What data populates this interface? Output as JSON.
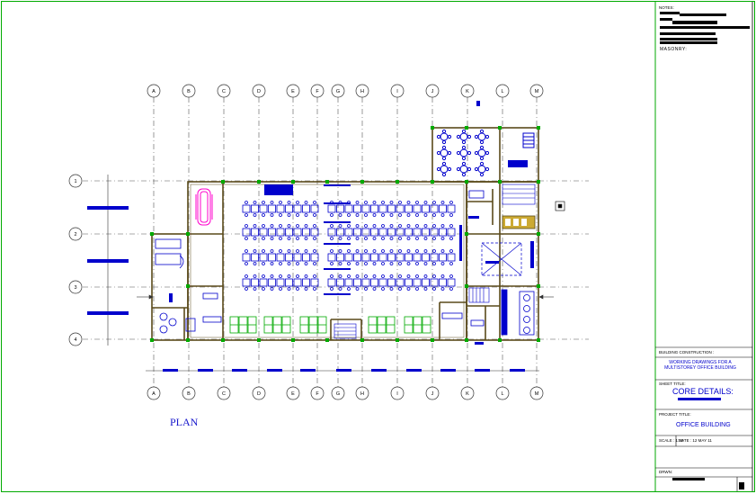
{
  "drawing": {
    "plan_label": "PLAN",
    "grid_columns": [
      "A",
      "B",
      "C",
      "D",
      "E",
      "F",
      "G",
      "H",
      "I",
      "J",
      "K",
      "L",
      "M"
    ],
    "grid_rows": [
      "1",
      "2",
      "3",
      "4"
    ]
  },
  "title_block": {
    "notes_label": "NOTES:",
    "masonry_label": "MASONRY:",
    "building_construction_label": "BUILDING CONSTRUCTION :",
    "building_construction_text": "WORKING DRAWINGS FOR A MULTISTOREY OFFICE BUILDING",
    "sheet_title_label": "SHEET TITLE:",
    "sheet_title": "CORE DETAILS:",
    "project_title_label": "PROJECT TITLE:",
    "project_title": "OFFICE BUILDING",
    "scale_label": "SCALE : 1:50",
    "date_label": "DATE : 12 MAY 11",
    "drawn_label": "DRWN:"
  },
  "colors": {
    "wall": "#5a4a1a",
    "furniture": "#0000cc",
    "grid": "#333333",
    "green": "#00aa00",
    "magenta": "#ff00cc",
    "border": "#00aa00"
  }
}
